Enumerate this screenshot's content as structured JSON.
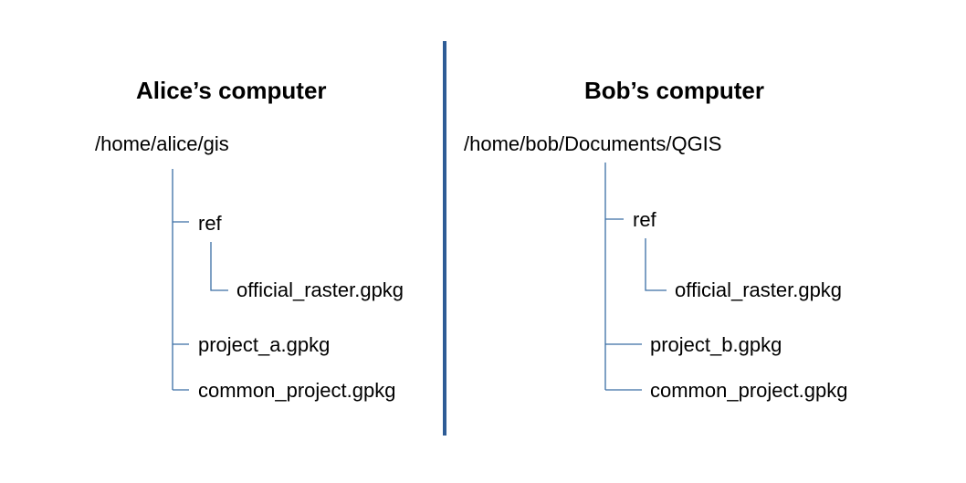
{
  "left": {
    "title": "Alice’s computer",
    "root": "/home/alice/gis",
    "folder": "ref",
    "nested_file": "official_raster.gpkg",
    "file_1": "project_a.gpkg",
    "file_2": "common_project.gpkg"
  },
  "right": {
    "title": "Bob’s computer",
    "root": "/home/bob/Documents/QGIS",
    "folder": "ref",
    "nested_file": "official_raster.gpkg",
    "file_1": "project_b.gpkg",
    "file_2": "common_project.gpkg"
  },
  "colors": {
    "divider": "#2e5c96",
    "tree_lines": "#3a6ea5"
  }
}
